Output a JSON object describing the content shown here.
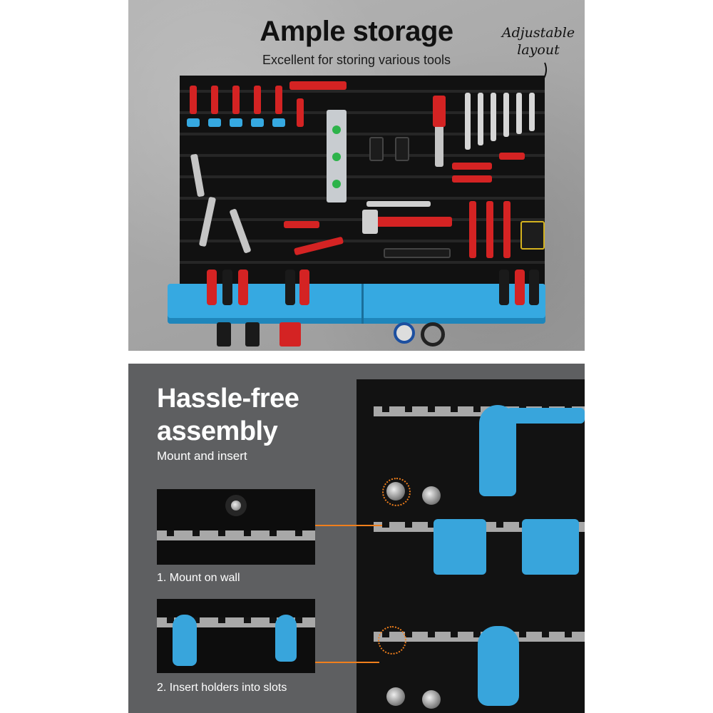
{
  "top_panel": {
    "title": "Ample storage",
    "subtitle": "Excellent for storing various tools",
    "note_line1": "Adjustable",
    "note_line2": "layout"
  },
  "bottom_panel": {
    "title_line1": "Hassle-free",
    "title_line2": "assembly",
    "subtitle": "Mount and insert",
    "step1": "1. Mount on wall",
    "step2": "2. Insert holders into slots"
  },
  "colors": {
    "accent_blue": "#36a9e1",
    "callout_orange": "#f07f1c",
    "tool_red": "#d42323",
    "board_black": "#111111"
  }
}
